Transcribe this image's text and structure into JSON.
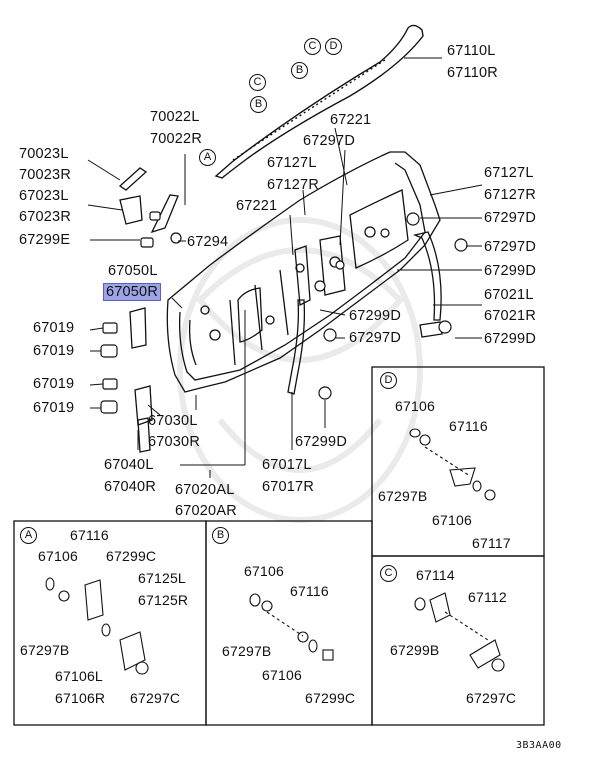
{
  "diagram_code": "3B3AA00",
  "highlight_color": "#9ea3e6",
  "labels": {
    "l67110L": "67110L",
    "l67110R": "67110R",
    "l70022L": "70022L",
    "l70022R": "70022R",
    "l70023L": "70023L",
    "l70023R": "70023R",
    "l67023L": "67023L",
    "l67023R": "67023R",
    "l67299E": "67299E",
    "l67294": "67294",
    "l67221a": "67221",
    "l67297Da": "67297D",
    "l67127La": "67127L",
    "l67127Ra": "67127R",
    "l67221b": "67221",
    "l67127Lb": "67127L",
    "l67127Rb": "67127R",
    "l67297Db": "67297D",
    "l67297Dc": "67297D",
    "l67299Da": "67299D",
    "l67050L": "67050L",
    "l67050R": "67050R",
    "l67021L": "67021L",
    "l67021R": "67021R",
    "l67299Db": "67299D",
    "l67297Dd": "67297D",
    "l67299Dc": "67299D",
    "l67019a": "67019",
    "l67019b": "67019",
    "l67019c": "67019",
    "l67019d": "67019",
    "l67030L": "67030L",
    "l67030R": "67030R",
    "l67040L": "67040L",
    "l67040R": "67040R",
    "l67020AL": "67020AL",
    "l67020AR": "67020AR",
    "l67299Dd": "67299D",
    "l67017L": "67017L",
    "l67017R": "67017R"
  },
  "callouts_top": [
    "C",
    "D",
    "B",
    "C",
    "B",
    "A"
  ],
  "panels": {
    "A": {
      "tag": "A",
      "labels": [
        "67116",
        "67106",
        "67299C",
        "67125L",
        "67125R",
        "67297B",
        "67106L",
        "67106R",
        "67297C"
      ]
    },
    "B": {
      "tag": "B",
      "labels": [
        "67106",
        "67116",
        "67297B",
        "67106",
        "67299C"
      ]
    },
    "C": {
      "tag": "C",
      "labels": [
        "67114",
        "67112",
        "67299B",
        "67297C"
      ]
    },
    "D": {
      "tag": "D",
      "labels": [
        "67106",
        "67116",
        "67297B",
        "67106",
        "67117"
      ]
    }
  }
}
